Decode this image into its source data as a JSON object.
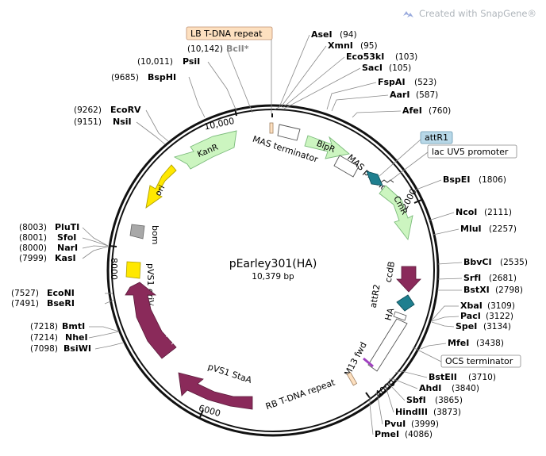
{
  "watermark": "Created with SnapGene®",
  "plasmid": {
    "name": "pEarley301(HA)",
    "size": "10,379 bp"
  },
  "ticks": [
    "2000",
    "4000",
    "6000",
    "8000",
    "10,000"
  ],
  "sites_top": [
    {
      "name": "AseI",
      "pos": "(94)"
    },
    {
      "name": "XmnI",
      "pos": "(95)"
    },
    {
      "name": "Eco53kI",
      "pos": "(103)"
    },
    {
      "name": "SacI",
      "pos": "(105)"
    },
    {
      "name": "FspAI",
      "pos": "(523)"
    },
    {
      "name": "AarI",
      "pos": "(587)"
    },
    {
      "name": "AfeI",
      "pos": "(760)"
    }
  ],
  "sites_right": [
    {
      "name": "BspEI",
      "pos": "(1806)"
    },
    {
      "name": "NcoI",
      "pos": "(2111)"
    },
    {
      "name": "MluI",
      "pos": "(2257)"
    },
    {
      "name": "BbvCI",
      "pos": "(2535)"
    },
    {
      "name": "SrfI",
      "pos": "(2681)"
    },
    {
      "name": "BstXI",
      "pos": "(2798)"
    },
    {
      "name": "XbaI",
      "pos": "(3109)"
    },
    {
      "name": "PacI",
      "pos": "(3122)"
    },
    {
      "name": "SpeI",
      "pos": "(3134)"
    },
    {
      "name": "MfeI",
      "pos": "(3438)"
    }
  ],
  "sites_bottom": [
    {
      "name": "BstEII",
      "pos": "(3710)"
    },
    {
      "name": "AhdI",
      "pos": "(3840)"
    },
    {
      "name": "SbfI",
      "pos": "(3865)"
    },
    {
      "name": "HindIII",
      "pos": "(3873)"
    },
    {
      "name": "PvuI",
      "pos": "(3999)"
    },
    {
      "name": "PmeI",
      "pos": "(4086)"
    }
  ],
  "sites_left": [
    {
      "name": "BclI*",
      "pos": "(10,142)"
    },
    {
      "name": "PsiI",
      "pos": "(10,011)"
    },
    {
      "name": "BspHI",
      "pos": "(9685)"
    },
    {
      "name": "EcoRV",
      "pos": "(9262)"
    },
    {
      "name": "NsiI",
      "pos": "(9151)"
    },
    {
      "name": "PluTI",
      "pos": "(8003)"
    },
    {
      "name": "SfoI",
      "pos": "(8001)"
    },
    {
      "name": "NarI",
      "pos": "(8000)"
    },
    {
      "name": "KasI",
      "pos": "(7999)"
    },
    {
      "name": "EcoNI",
      "pos": "(7527)"
    },
    {
      "name": "BseRI",
      "pos": "(7491)"
    },
    {
      "name": "BmtI",
      "pos": "(7218)"
    },
    {
      "name": "NheI",
      "pos": "(7214)"
    },
    {
      "name": "BsiWI",
      "pos": "(7098)"
    }
  ],
  "features": {
    "lb_repeat": "LB T-DNA repeat",
    "mas_terminator": "MAS terminator",
    "blpr": "BlpR",
    "mas_promoter": "MAS promoter",
    "attr1": "attR1",
    "lac_uv5": "lac UV5 promoter",
    "cmr": "CmR",
    "ccdb": "ccdB",
    "attr2": "attR2",
    "ha": "HA",
    "m13_fwd": "M13 fwd",
    "ocs_terminator": "OCS terminator",
    "rb_repeat": "RB T-DNA repeat",
    "kanr": "KanR",
    "ori": "ori",
    "bom": "bom",
    "pvs1_oriv": "pVS1 oriV",
    "pvs1_repa": "pVS1 RepA",
    "pvs1_staa": "pVS1 StaA"
  },
  "colors": {
    "backbone": "#111111",
    "kanr": "#ccf5c0",
    "blpr": "#ccf5c0",
    "cmr": "#ccf5c0",
    "ori": "#ffe800",
    "oriv": "#ffe800",
    "repa": "#8a2a5a",
    "staa": "#8a2a5a",
    "ccdb": "#8a2a5a",
    "attr": "#1f7f8f",
    "bom": "#a8a8a8",
    "lb_box": "#fde0c0",
    "attr1_box": "#b8d8e8"
  }
}
